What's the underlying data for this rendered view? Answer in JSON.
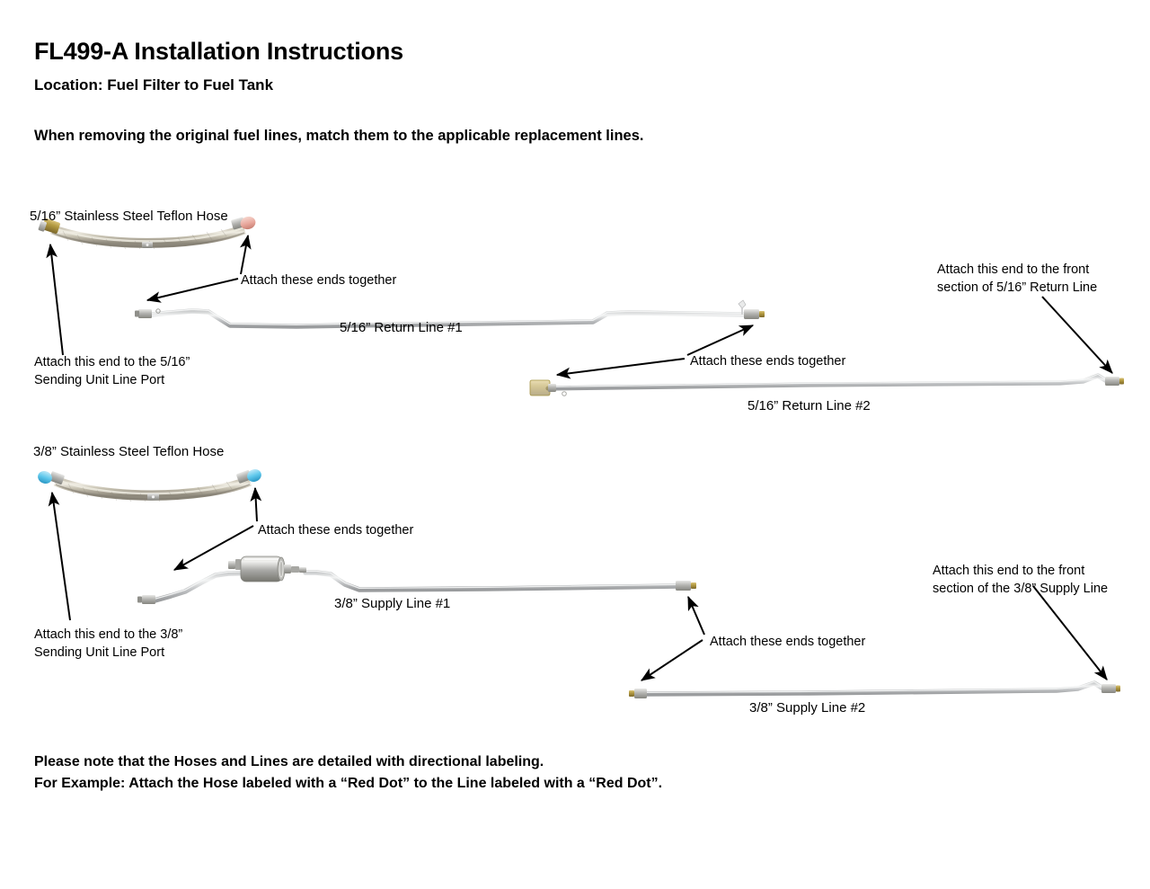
{
  "document": {
    "title": "FL499-A Installation Instructions",
    "location_line": "Location: Fuel Filter to Fuel Tank",
    "lead_instruction": "When removing the original fuel lines, match them to the applicable replacement lines.",
    "footer_notes": [
      "Please note that the Hoses and Lines are detailed with directional labeling.",
      "For Example: Attach the Hose labeled with a “Red Dot” to the Line labeled with a “Red Dot”."
    ]
  },
  "colors": {
    "background": "#ffffff",
    "text": "#000000",
    "braid": "#b9b4a6",
    "braid_light": "#ded9cd",
    "steel_line": "#b6b8ba",
    "steel_line_light": "#e4e6e7",
    "brass_fitting": "#a98c37",
    "brass_fitting_light": "#d8c173",
    "red_dot": "#e8a79c",
    "blue_dot": "#5fc8ec",
    "filter_canister": "#9b9b99",
    "arrow": "#000000"
  },
  "sections": [
    {
      "id": "section-5-16",
      "hose_label": "5/16” Stainless Steel Teflon Hose",
      "hose_end_marker_left": "brass",
      "hose_end_marker_right": "red-dot",
      "line1_label": "5/16” Return Line #1",
      "line2_label": "5/16” Return Line #2",
      "annotations": [
        {
          "id": "anno-5-16-attach-hose-to-line",
          "text": "Attach these ends together"
        },
        {
          "id": "anno-5-16-sending-unit",
          "text": "Attach this end to the 5/16”\nSending Unit Line Port"
        },
        {
          "id": "anno-5-16-attach-line1-line2",
          "text": "Attach these ends together"
        },
        {
          "id": "anno-5-16-front-section",
          "text": "Attach this end to the front\nsection of 5/16” Return Line"
        }
      ]
    },
    {
      "id": "section-3-8",
      "hose_label": "3/8” Stainless Steel Teflon Hose",
      "hose_end_marker_left": "blue-dot",
      "hose_end_marker_right": "blue-dot",
      "line1_label": "3/8” Supply Line #1",
      "line2_label": "3/8” Supply Line #2",
      "has_inline_filter": true,
      "annotations": [
        {
          "id": "anno-3-8-attach-hose-to-line",
          "text": "Attach these ends together"
        },
        {
          "id": "anno-3-8-sending-unit",
          "text": "Attach this end to the 3/8”\nSending Unit Line Port"
        },
        {
          "id": "anno-3-8-attach-line1-line2",
          "text": "Attach these ends together"
        },
        {
          "id": "anno-3-8-front-section",
          "text": "Attach this end to the front\nsection of the 3/8” Supply Line"
        }
      ]
    }
  ],
  "annotation_text": {
    "hose_attach_516": "Attach these ends together",
    "sending_unit_516_l1": "Attach this end to the 5/16”",
    "sending_unit_516_l2": "Sending Unit Line Port",
    "lines_attach_516": "Attach these ends together",
    "front_section_516_l1": "Attach this end to the front",
    "front_section_516_l2": "section of 5/16” Return Line",
    "hose_attach_38": "Attach these ends together",
    "sending_unit_38_l1": "Attach this end to the 3/8”",
    "sending_unit_38_l2": "Sending Unit Line Port",
    "lines_attach_38": "Attach these ends together",
    "front_section_38_l1": "Attach this end to the front",
    "front_section_38_l2": "section of the 3/8” Supply Line"
  },
  "part_labels": {
    "hose_516": "5/16” Stainless Steel Teflon Hose",
    "return_line_1": "5/16” Return Line #1",
    "return_line_2": "5/16” Return Line #2",
    "hose_38": "3/8” Stainless Steel Teflon Hose",
    "supply_line_1": "3/8” Supply Line #1",
    "supply_line_2": "3/8” Supply Line #2"
  },
  "footer": {
    "note_line_1": "Please note that the Hoses and Lines are detailed with directional labeling.",
    "note_line_2": "For Example: Attach the Hose labeled with a “Red Dot” to the Line labeled with a “Red Dot”."
  }
}
